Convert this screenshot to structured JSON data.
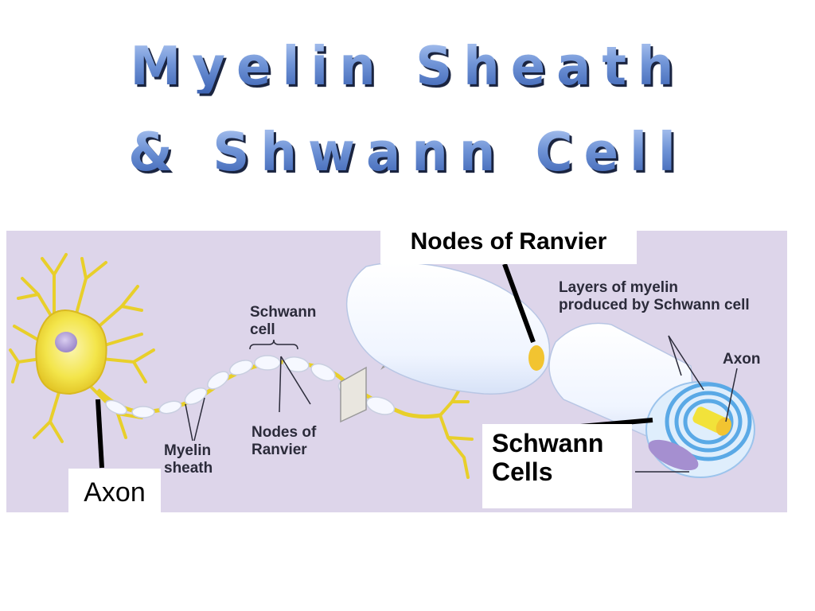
{
  "title": {
    "line1": "Myelin Sheath",
    "line2": "& Shwann Cell"
  },
  "diagram": {
    "labels": {
      "schwann_cell_1": "Schwann",
      "schwann_cell_2": "cell",
      "nodes_1": "Nodes of",
      "nodes_2": "Ranvier",
      "myelin_1": "Myelin",
      "myelin_2": "sheath",
      "layers_1": "Layers of myelin",
      "layers_2": "produced by Schwann cell",
      "axon_small": "Axon"
    },
    "colors": {
      "background": "#ddd5ea",
      "neuron": "#f2e23a",
      "myelin": "#eef4ff",
      "spiral": "#5aa9e6",
      "arrow": "#9a9a9a"
    }
  },
  "callouts": {
    "nodes_of_ranvier": "Nodes of Ranvier",
    "schwann_cells_line1": "Schwann",
    "schwann_cells_line2": "Cells",
    "axon": "Axon"
  }
}
